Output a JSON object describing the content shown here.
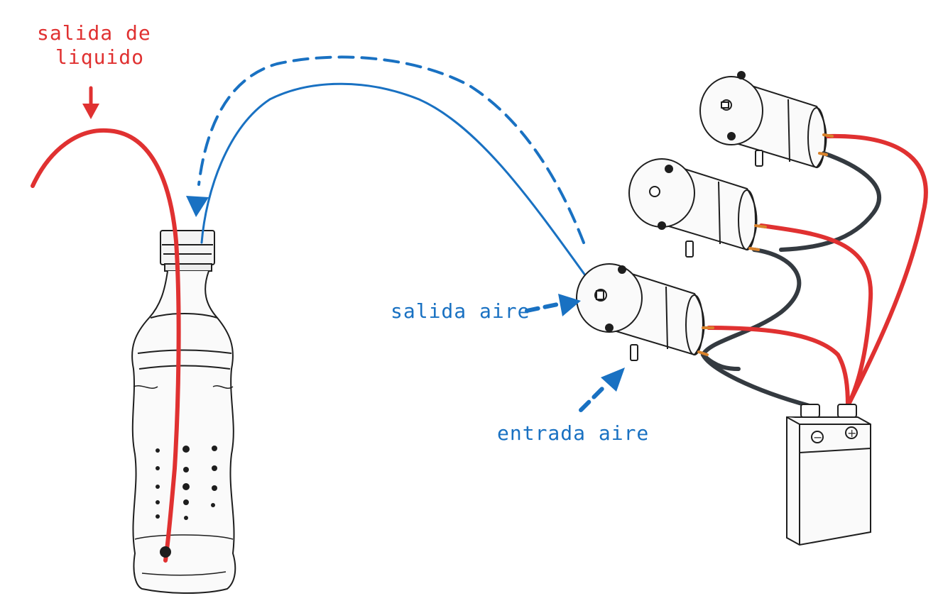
{
  "labels": {
    "liquid_outlet_line1": "salida de",
    "liquid_outlet_line2": "liquido",
    "air_outlet": "salida aire",
    "air_inlet": "entrada aire"
  },
  "battery": {
    "negative_sign": "−",
    "positive_sign": "+"
  },
  "colors": {
    "liquid_tube": "#e03131",
    "air_tube": "#1971c2",
    "wire_positive": "#e03131",
    "wire_negative": "#343a40",
    "sketch_ink": "#1e1e1e"
  },
  "icons": [
    "plastic-bottle-icon",
    "air-pump-icon",
    "battery-9v-icon",
    "arrow-icon"
  ]
}
